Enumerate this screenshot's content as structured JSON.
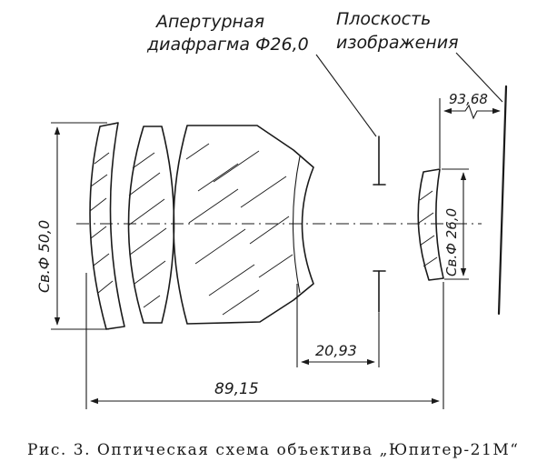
{
  "labels": {
    "aperture_line1": "Апертурная",
    "aperture_line2": "диафрагма Ф26,0",
    "image_plane_line1": "Плоскость",
    "image_plane_line2": "изображения",
    "front_diameter": "Св.Ф 50,0",
    "rear_diameter": "Св.Ф 26,0",
    "dim_back_focus": "93,68",
    "dim_aperture_to_rear": "20,93",
    "dim_total": "89,15"
  },
  "caption": "Рис. 3. Оптическая схема объектива „Юпитер-21М“"
}
